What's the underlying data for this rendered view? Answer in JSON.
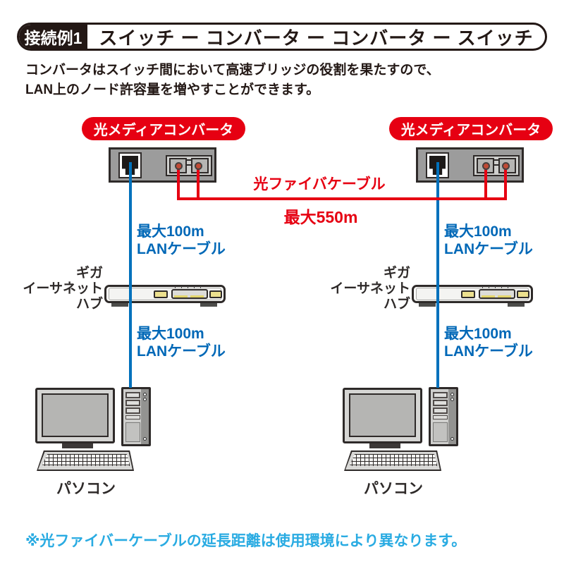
{
  "header": {
    "badge": "接続例1",
    "title": "スイッチ ー コンバータ ー コンバータ ー スイッチ"
  },
  "description": [
    "コンバータはスイッチ間において高速ブリッジの役割を果たすので、",
    "LAN上のノード許容量を増やすことができます。"
  ],
  "converter_label": "光メディアコンバータ",
  "fiber": {
    "label": "光ファイバケーブル",
    "max": "最大550m"
  },
  "lan": {
    "max": "最大100m",
    "cable": "LANケーブル"
  },
  "hub": {
    "line1": "ギガ",
    "line2": "イーサネット",
    "line3": "ハブ"
  },
  "pc_label": "パソコン",
  "note": "※光ファイバーケーブルの延長距離は使用環境により異なります。",
  "colors": {
    "red": "#E60012",
    "cable_blue": "#0071BC",
    "lan_text_blue": "#0068B7",
    "note_blue": "#29ABE2",
    "dark": "#231815"
  }
}
